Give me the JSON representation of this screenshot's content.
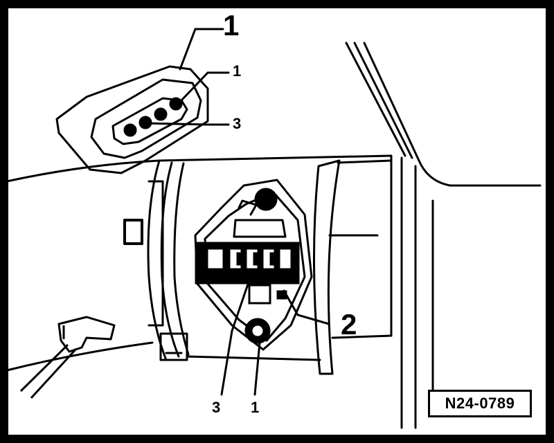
{
  "callouts": {
    "connector": "1",
    "connector_pin_top": "1",
    "connector_pin_bottom": "3",
    "sensor": "2",
    "sensor_pin_left": "3",
    "sensor_pin_right": "1"
  },
  "figure_code": "N24-0789",
  "colors": {
    "ink": "#000000",
    "paper": "#ffffff"
  }
}
